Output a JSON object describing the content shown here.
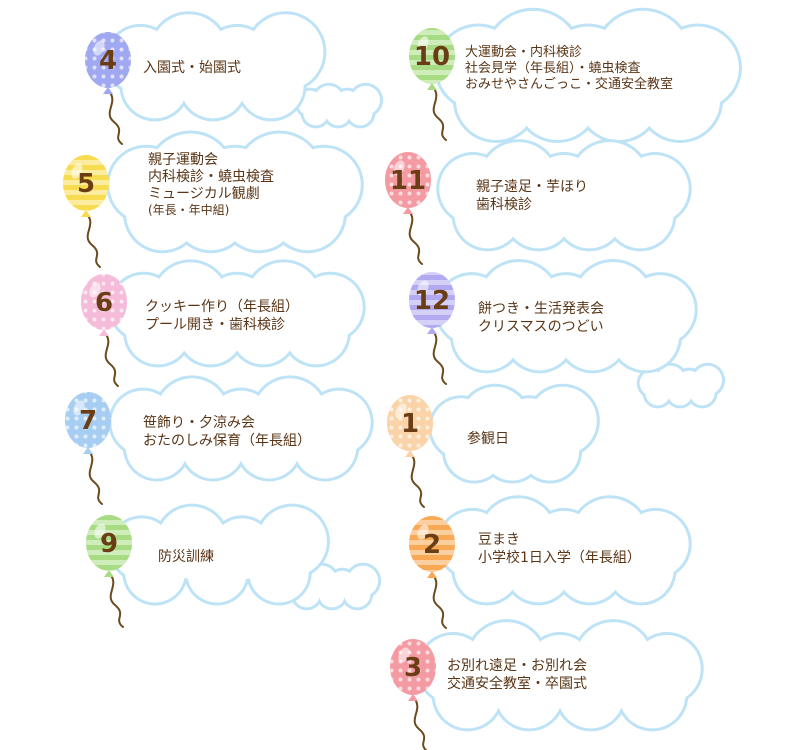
{
  "months": [
    {
      "month": "4",
      "color": "#9fa8f0",
      "stripe": "#b9c0f6",
      "pattern": "dots",
      "events": [
        "入園式・始園式"
      ]
    },
    {
      "month": "5",
      "color": "#f7dc52",
      "stripe": "#fbeb93",
      "pattern": "stripes",
      "events": [
        "親子運動会",
        "内科検診・蟯虫検査",
        "ミュージカル観劇",
        "(年長・年中組)"
      ]
    },
    {
      "month": "6",
      "color": "#f4bcd8",
      "stripe": "#fad6e8",
      "pattern": "dots",
      "events": [
        "クッキー作り（年長組）",
        "プール開き・歯科検診"
      ]
    },
    {
      "month": "7",
      "color": "#a7cdf2",
      "stripe": "#c8e0f8",
      "pattern": "dots",
      "events": [
        "笹飾り・夕涼み会",
        "おたのしみ保育（年長組）"
      ]
    },
    {
      "month": "9",
      "color": "#a8dc84",
      "stripe": "#c6ebad",
      "pattern": "stripes",
      "events": [
        "防災訓練"
      ]
    },
    {
      "month": "10",
      "color": "#a8dc84",
      "stripe": "#c6ebad",
      "pattern": "stripes",
      "events": [
        "大運動会・内科検診",
        "社会見学（年長組）・蟯虫検査",
        "おみせやさんごっこ・交通安全教室"
      ]
    },
    {
      "month": "11",
      "color": "#f49aa2",
      "stripe": "#f8bcc2",
      "pattern": "dots",
      "events": [
        "親子遠足・芋ほり",
        "歯科検診"
      ]
    },
    {
      "month": "12",
      "color": "#b2aaf0",
      "stripe": "#cdc7f7",
      "pattern": "stripes",
      "events": [
        "餅つき・生活発表会",
        "クリスマスのつどい"
      ]
    },
    {
      "month": "1",
      "color": "#fbd3a8",
      "stripe": "#fde4c8",
      "pattern": "dots",
      "events": [
        "参観日"
      ]
    },
    {
      "month": "2",
      "color": "#f9a854",
      "stripe": "#fbc48a",
      "pattern": "stripes",
      "events": [
        "豆まき",
        "小学校1日入学（年長組）"
      ]
    },
    {
      "month": "3",
      "color": "#f49aa2",
      "stripe": "#f8bcc2",
      "pattern": "dots",
      "events": [
        "お別れ遠足・お別れ会",
        "交通安全教室・卒園式"
      ]
    }
  ],
  "colors": {
    "cloud_fill": "#ffffff",
    "cloud_outline": "#bfe3f6",
    "text": "#5a3516",
    "string": "#6b4a1e"
  }
}
